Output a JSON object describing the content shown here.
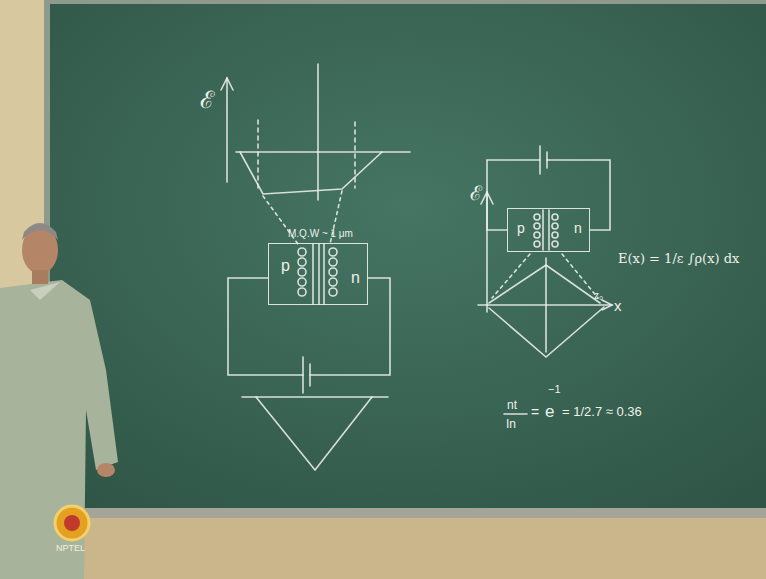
{
  "diagram": {
    "nodes": [
      {
        "text": [
          "p",
          "n"
        ]
      },
      {
        "text": [
          "p",
          "n"
        ]
      }
    ],
    "labels": [
      "ℰ",
      "M.Q.W ~ 1 μm",
      "ℰ",
      "z₀",
      "x",
      "E(x) = 1/ε ∫ρ(x) dx",
      "nt",
      "In",
      "=",
      "e",
      "−1",
      "= 1/2.7 ≈ 0.36",
      "NPTEL"
    ]
  }
}
